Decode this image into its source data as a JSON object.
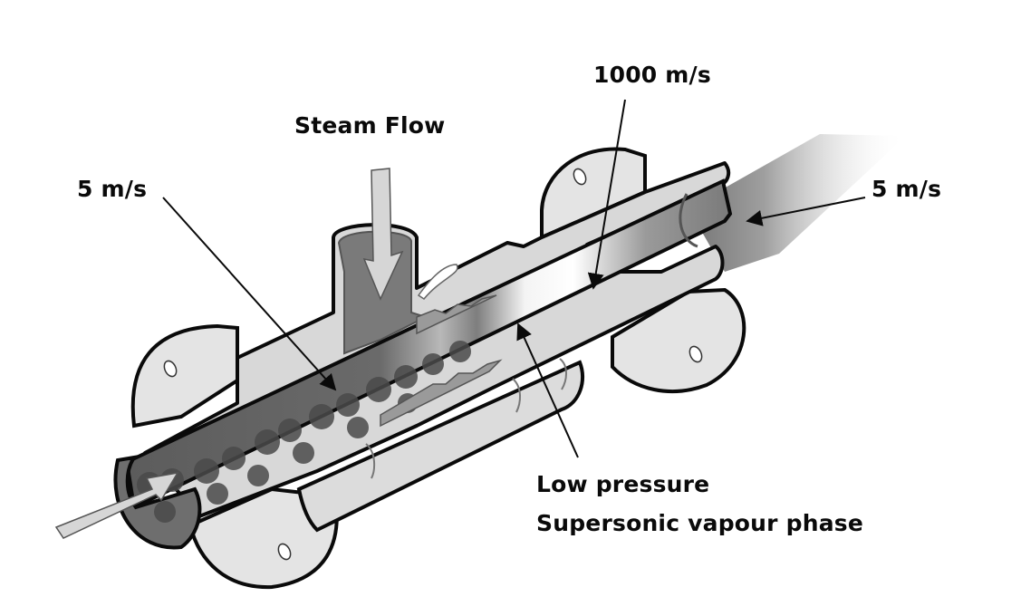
{
  "title": "Steam injector cutaway diagram",
  "labels": {
    "outlet_velocity_high": "1000 m/s",
    "steam_flow": "Steam Flow",
    "inlet_velocity": "5 m/s",
    "outlet_velocity": "5 m/s",
    "low_pressure": "Low pressure",
    "supersonic_phase": "Supersonic vapour phase"
  },
  "colors": {
    "outline": "#0a0a0a",
    "body_light": "#e2e2e2",
    "body_mid": "#c8c8c8",
    "fluid_dark": "#5c5c5c",
    "bubble": "#4a4a4a",
    "steam_inlet": "#7a7a7a",
    "arrow_fill": "#d6d6d6",
    "background": "#ffffff"
  }
}
